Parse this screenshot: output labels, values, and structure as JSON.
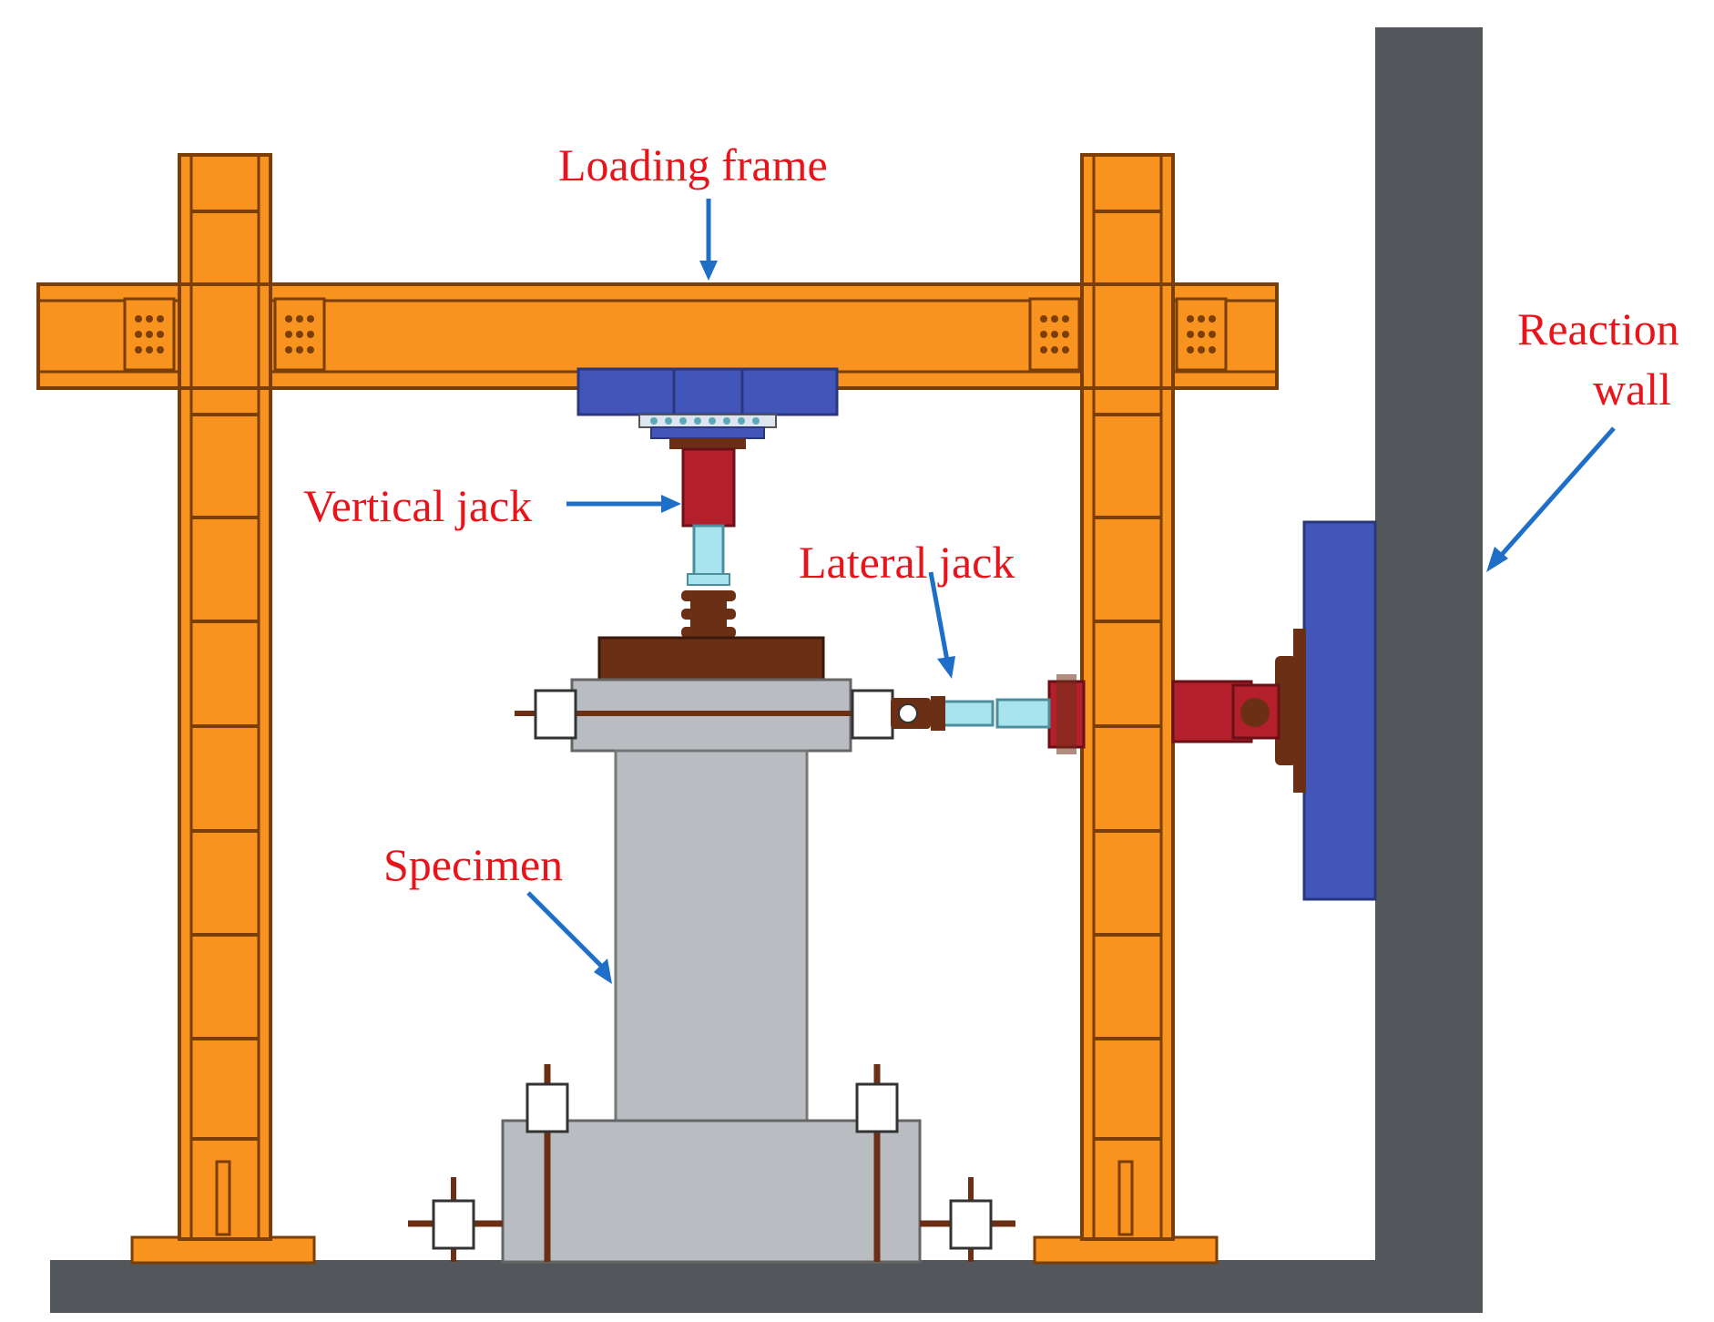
{
  "labels": {
    "loading_frame": "Loading frame",
    "reaction_wall_line1": "Reaction",
    "reaction_wall_line2": "wall",
    "vertical_jack": "Vertical jack",
    "lateral_jack": "Lateral jack",
    "specimen": "Specimen"
  },
  "colors": {
    "label_text": "#e8141c",
    "arrow": "#1f6fc8",
    "frame_orange": "#f7931e",
    "frame_outline": "#7a3e06",
    "wall_gray": "#53565b",
    "actuator_blue": "#4255b8",
    "jack_red": "#b31f2a",
    "piston_cyan": "#a8e4ee",
    "specimen_gray": "#b9bcc1",
    "plate_brown": "#6b2f16"
  }
}
